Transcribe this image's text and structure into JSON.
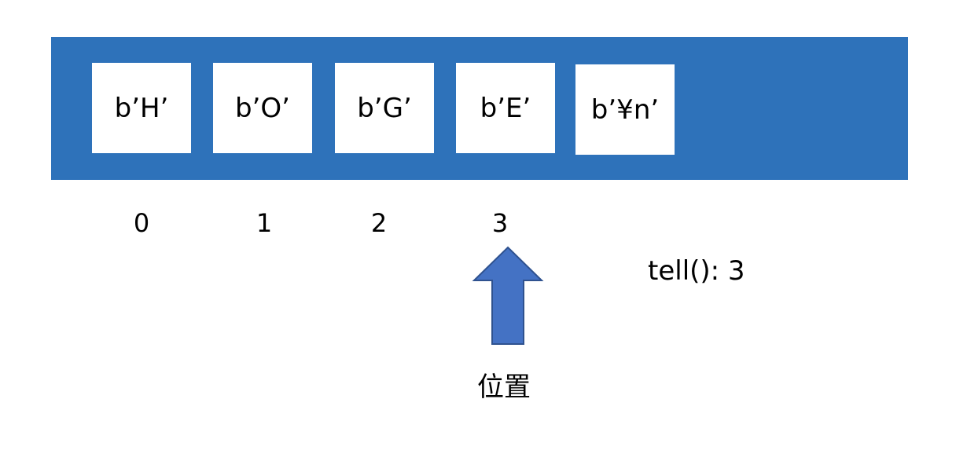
{
  "buffer": {
    "cells": [
      {
        "value": "b’H’"
      },
      {
        "value": "b’O’"
      },
      {
        "value": "b’G’"
      },
      {
        "value": "b’E’"
      },
      {
        "value": "b’¥n’"
      }
    ],
    "fill_color": "#2E72BA",
    "cell_color": "#FFFFFF"
  },
  "indices": [
    "0",
    "1",
    "2",
    "3"
  ],
  "readout": {
    "text": "tell(): 3"
  },
  "pointer": {
    "label": "位置",
    "points_to_index": 3,
    "arrow_color": "#4472C4",
    "arrow_icon": "up-arrow-icon"
  }
}
